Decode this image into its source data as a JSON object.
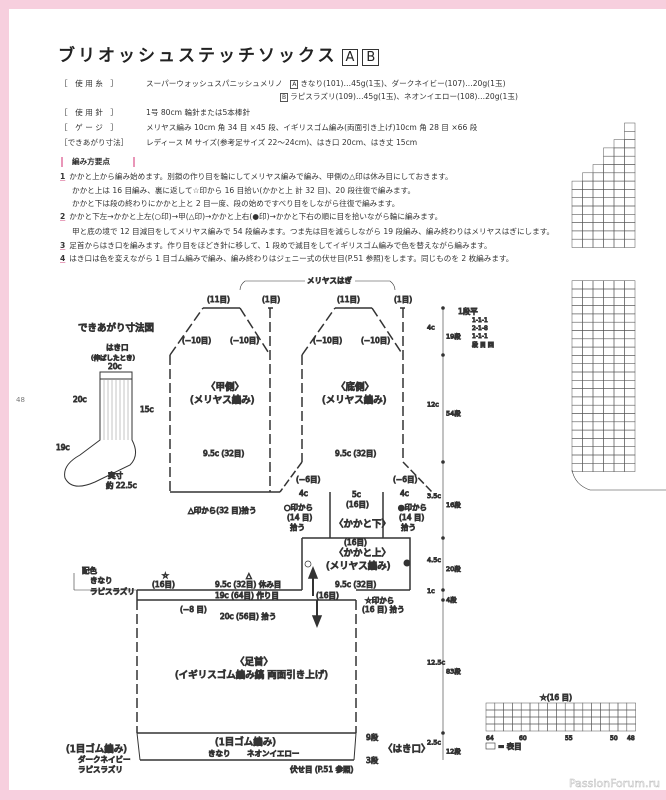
{
  "title": "ブリオッシュステッチソックス",
  "title_tags": [
    "A",
    "B"
  ],
  "specs": [
    {
      "label": "［　使 用 糸　］",
      "value": "スーパーウォッシュスパニッシュメリノ",
      "yarn_a_tag": "A",
      "yarn_a": "きなり(101)…45g(1玉)、ダークネイビー(107)…20g(1玉)",
      "yarn_b_tag": "B",
      "yarn_b": "ラピスラズリ(109)…45g(1玉)、ネオンイエロー(108)…20g(1玉)"
    },
    {
      "label": "［　使 用 針　］",
      "value": "1号 80cm 輪針または5本棒針"
    },
    {
      "label": "［　ゲ ー ジ　］",
      "value": "メリヤス編み 10cm 角 34 目 ×45 段、イギリスゴム編み(両面引き上げ)10cm 角 28 目 ×66 段"
    },
    {
      "label": "［できあがり寸法］",
      "value": "レディース M サイズ(参考足サイズ 22～24cm)、はき口 20cm、はき丈 15cm"
    }
  ],
  "howto_title": "編み方要点",
  "steps": [
    {
      "num": "1",
      "lines": [
        "かかと上から編み始めます。別鎖の作り目を輪にしてメリヤス編みで編み、甲側の△印は休み目にしておきます。",
        "かかと上は 16 目編み、裏に返して☆印から 16 目拾い(かかと上 計 32 目)、20 段往復で編みます。",
        "かかと下は段の終わりにかかと上と 2 目一度、段の始めですべり目をしながら往復で編みます。"
      ]
    },
    {
      "num": "2",
      "lines": [
        "かかと下左→かかと上左(○印)→甲(△印)→かかと上右(●印)→かかと下右の順に目を拾いながら輪に編みます。",
        "甲と底の境で 12 目減目をしてメリヤス編みで 54 段編みます。つま先は目を減らしながら 19 段編み、編み終わりはメリヤスはぎにします。"
      ]
    },
    {
      "num": "3",
      "lines": [
        "足首からはき口を編みます。作り目をほどき針に移して、1 段めで減目をしてイギリスゴム編みで色を替えながら編みます。"
      ]
    },
    {
      "num": "4",
      "lines": [
        "はき口は色を変えながら 1 目ゴム編みで編み、編み終わりはジェニー式の伏せ目(P.51 参照)をします。同じものを 2 枚編みます。"
      ]
    }
  ],
  "page_number": "48",
  "finished": {
    "title": "できあがり寸法図",
    "opening": "はき口",
    "opening_note": "(伸ばしたとき)",
    "w20": "20c",
    "circ20": "20c",
    "h15": "15c",
    "heel19": "19c",
    "actual": "実寸",
    "actual_len": "約 22.5c"
  },
  "diagram": {
    "seam": "メリヤスはぎ",
    "st11": "(11目)",
    "st1": "(1目)",
    "dec10": "(−10目)",
    "instep": "〈甲側〉",
    "sole": "〈底側〉",
    "stockinette": "(メリヤス編み)",
    "w95": "9.5c (32目)",
    "dec6": "(−6目)",
    "c4": "4c",
    "c5": "5c",
    "st16": "(16目)",
    "pick_tri": "△印から(32 目)拾う",
    "pick_circle": "○印から",
    "pick_dot": "●印から",
    "st14": "(14 目)",
    "pick": "拾う",
    "heel_bottom": "〈かかと下〉",
    "heel_top": "〈かかと上〉",
    "heel_top_knit": "(メリヤス編み)",
    "star": "☆",
    "tri": "△",
    "rest": "9.5c (32目) 休み目",
    "cast": "19c (64目) 作り目",
    "dec8": "(−8 目)",
    "pick56": "20c (56目) 拾う",
    "pick_star": "☆印から",
    "pick_star2": "(16 目) 拾う",
    "ankle": "〈足首〉",
    "ankle_knit": "(イギリスゴム編み縞 両面引き上げ)",
    "rib": "(1目ゴム編み)",
    "rib_a": "きなり",
    "rib_b": "ネオンイエロー",
    "cuff": "〈はき口〉",
    "r9": "9段",
    "r3": "3段",
    "bindoff": "伏せ目 (P.51 参照)",
    "rib2": "(1目ゴム編み)",
    "rib2_a": "ダークネイビー",
    "rib2_b": "ラピスラズリ",
    "color_label": "配色",
    "color_a": "きなり",
    "color_b": "ラピスラズリ",
    "dims": [
      {
        "c": "4c",
        "r": "19段"
      },
      {
        "c": "12c",
        "r": "54段"
      },
      {
        "c": "3.5c",
        "r": "16段"
      },
      {
        "c": "4.5c",
        "r": "20段"
      },
      {
        "c": "1c",
        "r": "4段"
      },
      {
        "c": "12.5c",
        "r": "83段"
      },
      {
        "c": "2.5c",
        "r": "12段"
      }
    ],
    "dec_rule": [
      "1段平",
      "1-1-1",
      "2-1-8",
      "1-1-1",
      "段 目 回"
    ]
  },
  "chart": {
    "top": "☆(16 目)",
    "ticks": [
      "64",
      "60",
      "55",
      "50",
      "48"
    ],
    "legend": "= 表目"
  },
  "watermark": "PassionForum.ru",
  "colors": {
    "pink": "#f7cfde",
    "accent": "#e996b8"
  }
}
